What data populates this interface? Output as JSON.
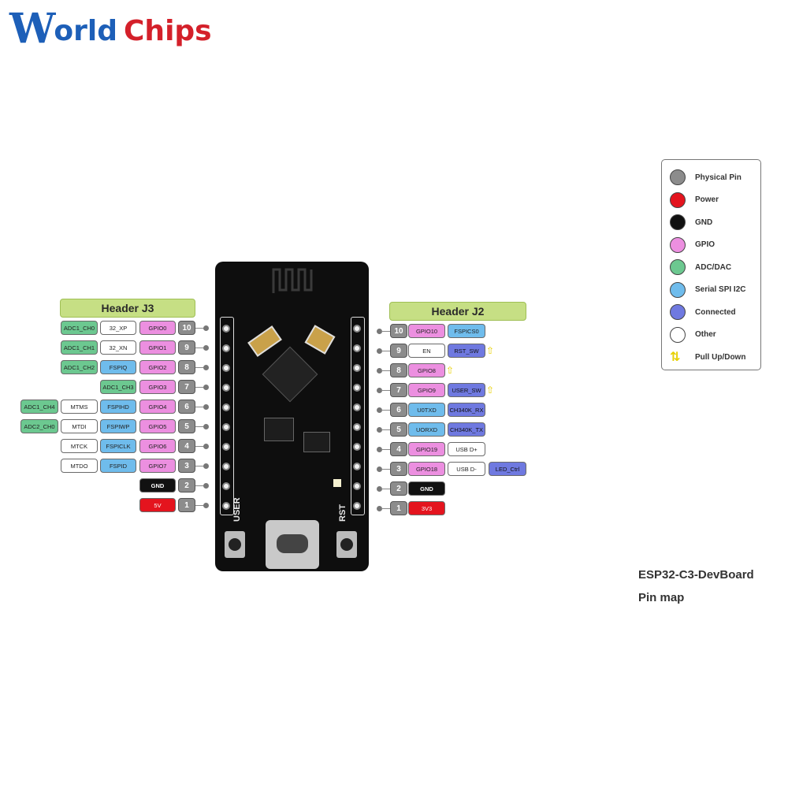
{
  "logo": {
    "w": "W",
    "rest": "orld",
    "chips": "Chips"
  },
  "headers": {
    "j3": "Header J3",
    "j2": "Header J2"
  },
  "board_silk": {
    "user": "USER",
    "rst": "RST"
  },
  "left_pins": [
    {
      "num": "10",
      "gpio": "GPIO0",
      "func": "32_XP",
      "func_type": "other",
      "extra": "ADC1_CH0",
      "extra_type": "adc"
    },
    {
      "num": "9",
      "gpio": "GPIO1",
      "func": "32_XN",
      "func_type": "other",
      "extra": "ADC1_CH1",
      "extra_type": "adc"
    },
    {
      "num": "8",
      "gpio": "GPIO2",
      "func": "FSPIQ",
      "func_type": "serial",
      "extra": "ADC1_CH2",
      "extra_type": "adc"
    },
    {
      "num": "7",
      "gpio": "GPIO3",
      "func": "ADC1_CH3",
      "func_type": "adc",
      "extra": "",
      "extra_type": ""
    },
    {
      "num": "6",
      "gpio": "GPIO4",
      "func": "FSPIHD",
      "func_type": "serial",
      "extra": "MTMS",
      "extra_type": "other",
      "extra2": "ADC1_CH4"
    },
    {
      "num": "5",
      "gpio": "GPIO5",
      "func": "FSPIWP",
      "func_type": "serial",
      "extra": "MTDI",
      "extra_type": "other",
      "extra2": "ADC2_CH0"
    },
    {
      "num": "4",
      "gpio": "GPIO6",
      "func": "FSPICLK",
      "func_type": "serial",
      "extra": "MTCK",
      "extra_type": "other"
    },
    {
      "num": "3",
      "gpio": "GPIO7",
      "func": "FSPID",
      "func_type": "serial",
      "extra": "MTDO",
      "extra_type": "other"
    },
    {
      "num": "2",
      "gpio": "GND",
      "gpio_type": "gnd"
    },
    {
      "num": "1",
      "gpio": "5V",
      "gpio_type": "power"
    }
  ],
  "right_pins": [
    {
      "num": "10",
      "main": "GPIO10",
      "main_type": "gpio",
      "func": "FSPICS0",
      "func_type": "serial"
    },
    {
      "num": "9",
      "main": "EN",
      "main_type": "other",
      "func": "RST_SW",
      "func_type": "connected",
      "pull": true
    },
    {
      "num": "8",
      "main": "GPIO8",
      "main_type": "gpio",
      "pull": true
    },
    {
      "num": "7",
      "main": "GPIO9",
      "main_type": "gpio",
      "func": "USER_SW",
      "func_type": "connected",
      "pull": true
    },
    {
      "num": "6",
      "main": "U0TXD",
      "main_type": "serial",
      "func": "CH340K_RX",
      "func_type": "connected"
    },
    {
      "num": "5",
      "main": "UORXD",
      "main_type": "serial",
      "func": "CH340K_TX",
      "func_type": "connected"
    },
    {
      "num": "4",
      "main": "GPIO19",
      "main_type": "gpio",
      "func": "USB D+",
      "func_type": "other"
    },
    {
      "num": "3",
      "main": "GPIO18",
      "main_type": "gpio",
      "func": "USB D-",
      "func_type": "other",
      "extra": "LED_Ctrl",
      "extra_type": "connected"
    },
    {
      "num": "2",
      "main": "GND",
      "main_type": "gnd"
    },
    {
      "num": "1",
      "main": "3V3",
      "main_type": "power"
    }
  ],
  "legend": [
    {
      "label": "Physical Pin",
      "color": "#8c8c8c"
    },
    {
      "label": "Power",
      "color": "#e4141e"
    },
    {
      "label": "GND",
      "color": "#111111"
    },
    {
      "label": "GPIO",
      "color": "#ec8fe0"
    },
    {
      "label": "ADC/DAC",
      "color": "#6cc890"
    },
    {
      "label": "Serial SPI I2C",
      "color": "#6fbcec"
    },
    {
      "label": "Connected",
      "color": "#6f79e0"
    },
    {
      "label": "Other",
      "color": "#ffffff"
    },
    {
      "label": "Pull Up/Down",
      "color": "arrow"
    }
  ],
  "caption": {
    "line1": "ESP32-C3-DevBoard",
    "line2": "Pin map"
  }
}
